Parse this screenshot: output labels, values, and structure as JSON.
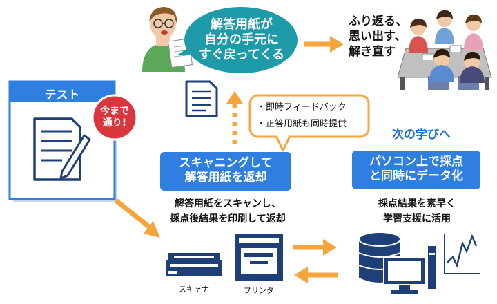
{
  "bubble": {
    "line1": "解答用紙が",
    "line2": "自分の手元に",
    "line3": "すぐ戻ってくる"
  },
  "reflect": {
    "line1": "ふり返る、",
    "line2": "思い出す、",
    "line3": "解き直す"
  },
  "test_card": {
    "title": "テスト"
  },
  "badge": {
    "line1": "今まで",
    "line2": "通り!"
  },
  "callout": {
    "item1": "・即時フィードバック",
    "item2": "・正答用紙も同時提供"
  },
  "next_label": "次の学びへ",
  "scan_box": {
    "line1": "スキャニングして",
    "line2": "解答用紙を返却"
  },
  "pc_box": {
    "line1": "パソコン上で採点",
    "line2": "と同時にデータ化"
  },
  "scan_caption": {
    "line1": "解答用紙をスキャンし、",
    "line2": "採点後結果を印刷して返却"
  },
  "pc_caption": {
    "line1": "採点結果を素早く",
    "line2": "学習支援に活用"
  },
  "devices": {
    "scanner": "スキャナ",
    "printer": "プリンタ"
  },
  "colors": {
    "teal": "#1f9aa8",
    "blue": "#2e7fe0",
    "orange": "#f5a53c",
    "red": "#d9363e",
    "navy": "#1e3f78"
  }
}
